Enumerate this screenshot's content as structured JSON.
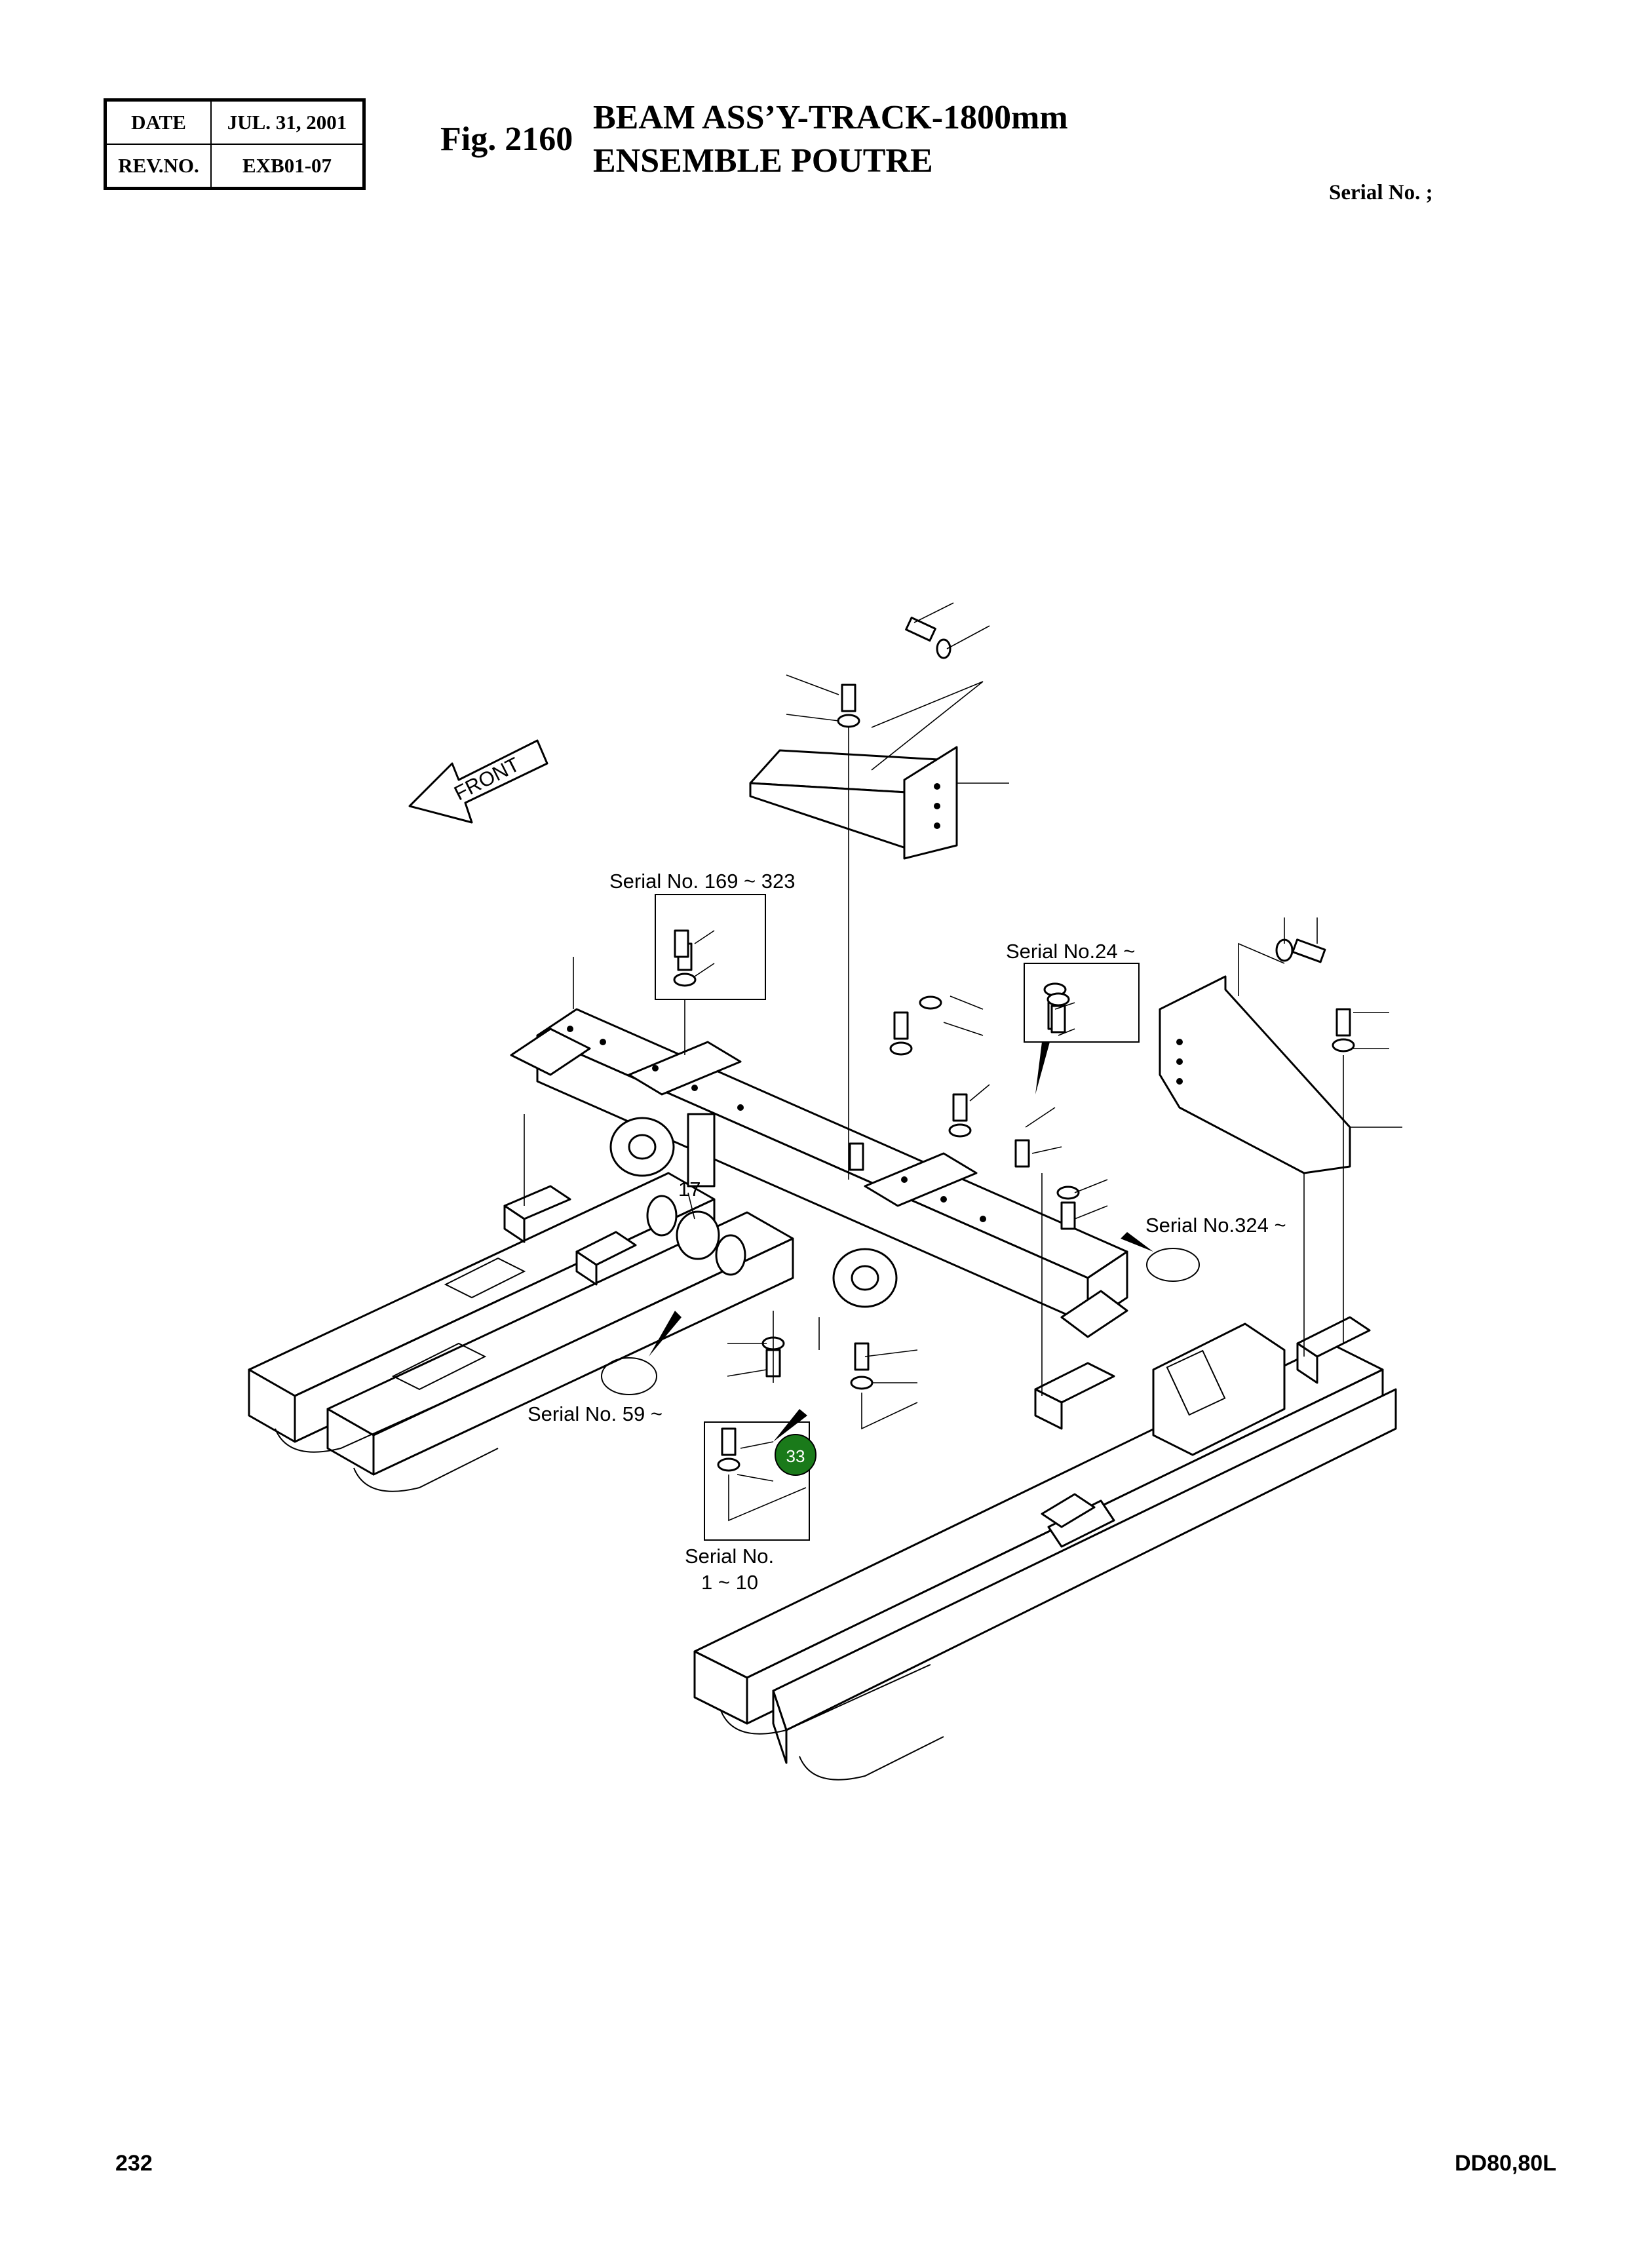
{
  "header": {
    "date_label": "DATE",
    "date_value": "JUL. 31, 2001",
    "rev_label": "REV.NO.",
    "rev_value": "EXB01-07",
    "fig_number": "Fig. 2160",
    "title_en": "BEAM ASS’Y-TRACK-1800mm",
    "title_fr": "ENSEMBLE POUTRE",
    "serial": "Serial No. ;"
  },
  "drawing": {
    "front_label": "FRONT",
    "callouts": {
      "serial_169_323": "Serial No. 169 ~ 323",
      "serial_24": "Serial No.24 ~",
      "serial_324": "Serial No.324 ~",
      "serial_59": "Serial No. 59 ~",
      "serial_1_10_line1": "Serial No.",
      "serial_1_10_line2": "1 ~ 10",
      "part_17": "17"
    },
    "highlight_badge": {
      "label": "33",
      "color": "#1a7a1a"
    }
  },
  "footer": {
    "page_number": "232",
    "model": "DD80,80L"
  }
}
